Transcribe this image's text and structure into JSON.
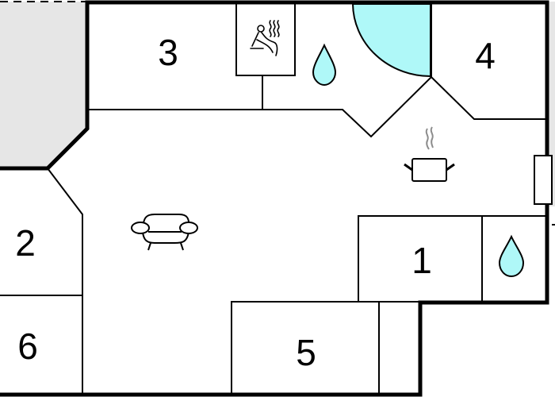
{
  "plan": {
    "type": "floor-plan",
    "colors": {
      "wall": "#000000",
      "exterior": "#e6e6e6",
      "water": "#aff8f8",
      "background": "#ffffff",
      "steam": "#8c8c8c"
    },
    "rooms": [
      {
        "id": "room-1",
        "label": "1"
      },
      {
        "id": "room-2",
        "label": "2"
      },
      {
        "id": "room-3",
        "label": "3"
      },
      {
        "id": "room-4",
        "label": "4"
      },
      {
        "id": "room-5",
        "label": "5"
      },
      {
        "id": "room-6",
        "label": "6"
      }
    ],
    "icons": [
      {
        "name": "sauna-icon",
        "room": "sauna"
      },
      {
        "name": "water-drop-icon",
        "room": "bathroom-top"
      },
      {
        "name": "shower-quarter-circle",
        "room": "bathroom-top"
      },
      {
        "name": "cooking-pot-icon",
        "room": "kitchen"
      },
      {
        "name": "sofa-icon",
        "room": "living-room"
      },
      {
        "name": "water-drop-icon",
        "room": "bathroom-right"
      }
    ]
  }
}
